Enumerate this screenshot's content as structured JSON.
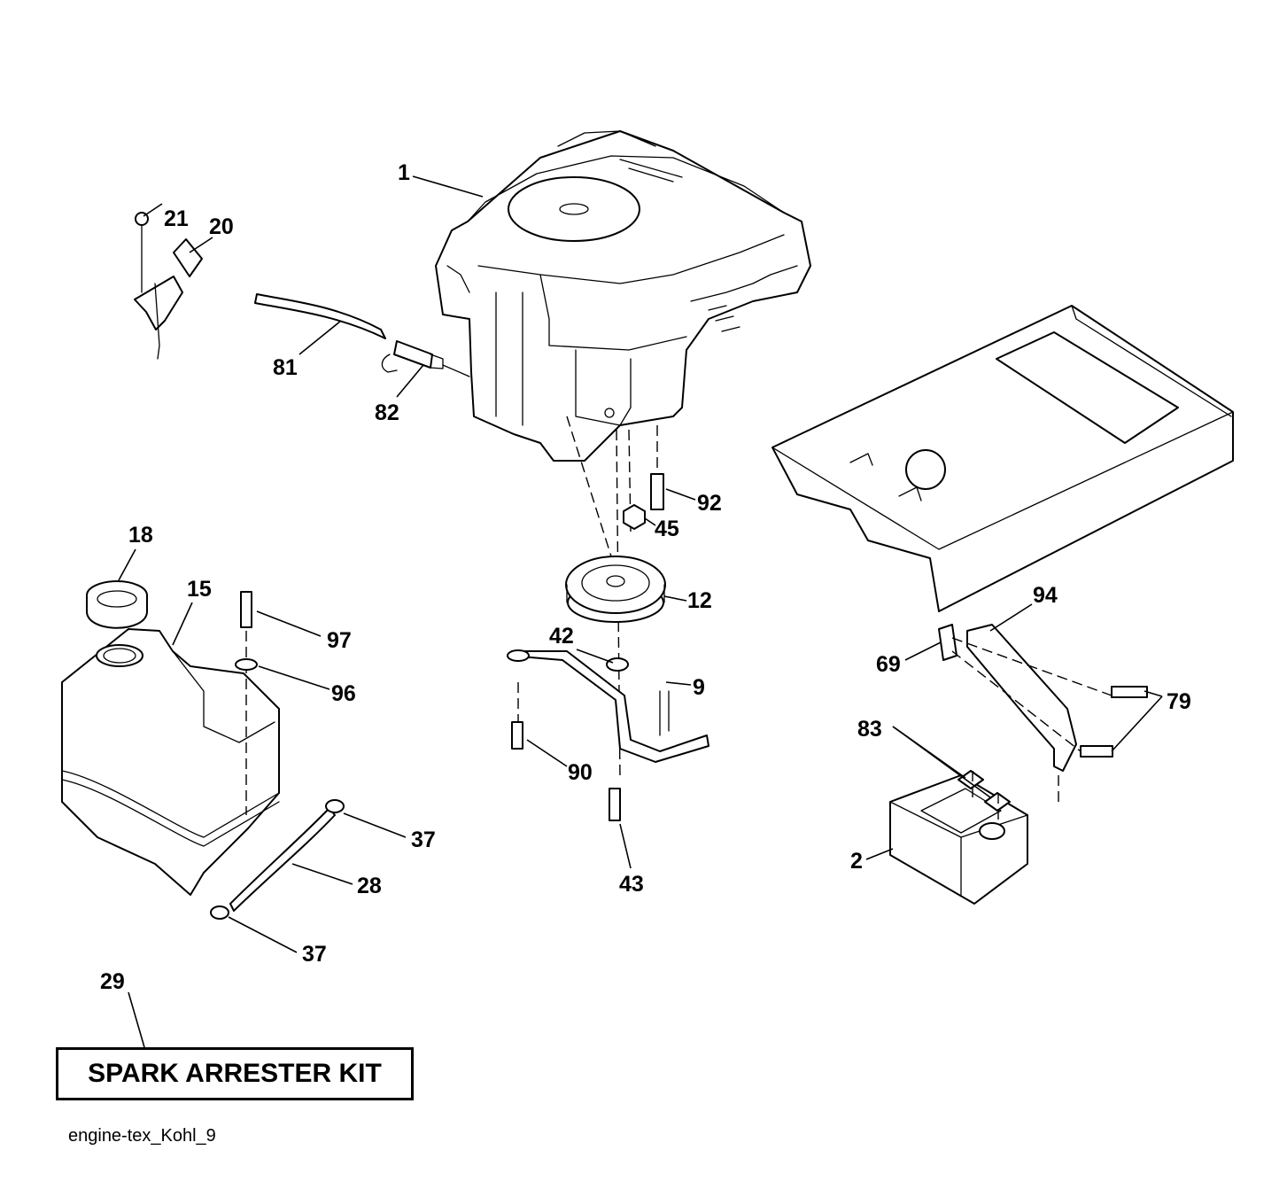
{
  "callouts": [
    {
      "id": "p1",
      "label": "1"
    },
    {
      "id": "p21",
      "label": "21"
    },
    {
      "id": "p20",
      "label": "20"
    },
    {
      "id": "p81",
      "label": "81"
    },
    {
      "id": "p82",
      "label": "82"
    },
    {
      "id": "p92",
      "label": "92"
    },
    {
      "id": "p45",
      "label": "45"
    },
    {
      "id": "p12",
      "label": "12"
    },
    {
      "id": "p42",
      "label": "42"
    },
    {
      "id": "p9",
      "label": "9"
    },
    {
      "id": "p90",
      "label": "90"
    },
    {
      "id": "p43",
      "label": "43"
    },
    {
      "id": "p18",
      "label": "18"
    },
    {
      "id": "p15",
      "label": "15"
    },
    {
      "id": "p97",
      "label": "97"
    },
    {
      "id": "p96",
      "label": "96"
    },
    {
      "id": "p37a",
      "label": "37"
    },
    {
      "id": "p28",
      "label": "28"
    },
    {
      "id": "p37b",
      "label": "37"
    },
    {
      "id": "p29",
      "label": "29"
    },
    {
      "id": "p94",
      "label": "94"
    },
    {
      "id": "p69",
      "label": "69"
    },
    {
      "id": "p79",
      "label": "79"
    },
    {
      "id": "p83",
      "label": "83"
    },
    {
      "id": "p2",
      "label": "2"
    }
  ],
  "kit_box": {
    "label": "SPARK ARRESTER KIT"
  },
  "drawing_code": "engine-tex_Kohl_9"
}
